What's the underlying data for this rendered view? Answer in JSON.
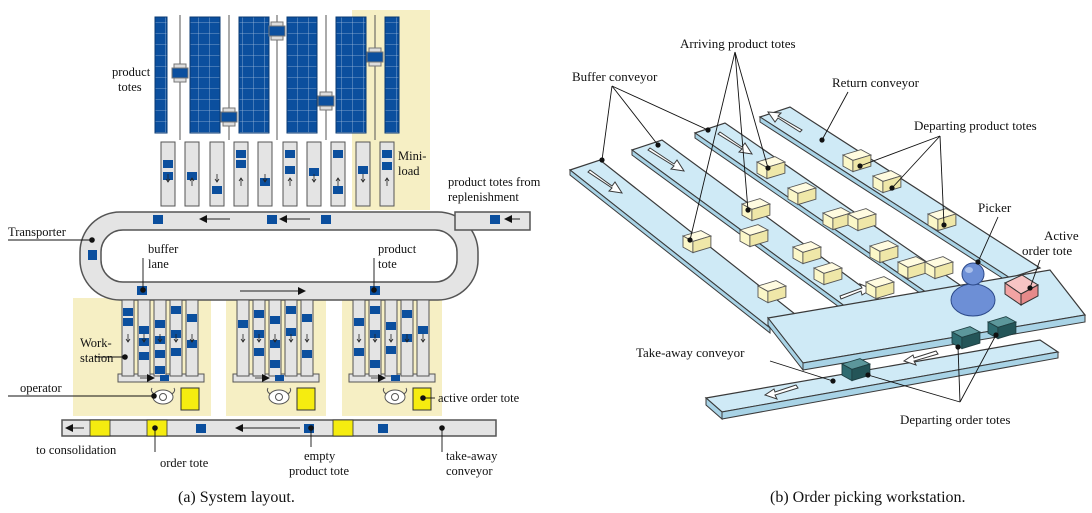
{
  "colors": {
    "tote": "#0b4f9e",
    "tote_edge": "#083a73",
    "lane_fill": "#e4e4e4",
    "lane_stroke": "#555555",
    "highlight": "#f6efc4",
    "order_tote": "#f5ec10",
    "conveyor": "#cfeaf6",
    "conveyor_edge": "#3a3a3a",
    "product_tote_3d": "#fbf7c8",
    "order_tote_3d": "#2e6b70",
    "active_tote_3d": "#f2a3a3",
    "picker": "#6d8fd6"
  },
  "left": {
    "labels": {
      "product_totes": [
        "product",
        "totes"
      ],
      "mini_load": [
        "Mini-",
        "load"
      ],
      "replenishment": [
        "product totes from",
        "replenishment"
      ],
      "transporter": "Transporter",
      "buffer_lane": [
        "buffer",
        "lane"
      ],
      "product_tote": [
        "product",
        "tote"
      ],
      "workstation": [
        "Work-",
        "station"
      ],
      "operator": "operator",
      "active_order_tote": "active order tote",
      "to_consolidation": "to consolidation",
      "order_tote": "order tote",
      "empty_product_tote": [
        "empty",
        "product tote"
      ],
      "take_away": [
        "take-away",
        "conveyor"
      ]
    },
    "caption": "(a) System layout."
  },
  "right": {
    "labels": {
      "arriving": "Arriving product totes",
      "buffer_conveyor": "Buffer conveyor",
      "return_conveyor": "Return conveyor",
      "departing_product": "Departing product totes",
      "picker": "Picker",
      "active_order_tote": [
        "Active",
        "order tote"
      ],
      "take_away_conveyor": "Take-away conveyor",
      "departing_order": "Departing order totes"
    },
    "caption": "(b) Order picking workstation."
  }
}
